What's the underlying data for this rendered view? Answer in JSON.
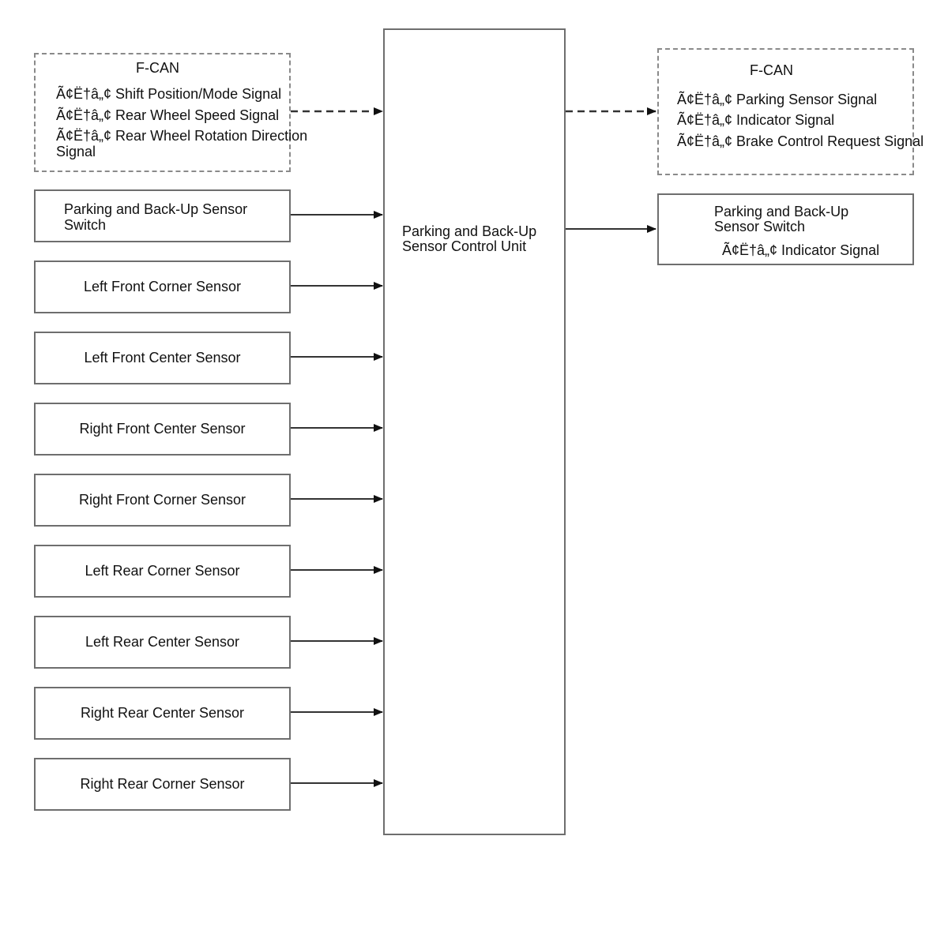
{
  "fcan_in": {
    "title": "F-CAN",
    "signals": [
      "Ã¢Ë†â„¢ Shift Position/Mode Signal",
      "Ã¢Ë†â„¢ Rear Wheel Speed Signal",
      "Ã¢Ë†â„¢ Rear Wheel Rotation Direction"
    ],
    "signal_cont": "Signal"
  },
  "switch_in": {
    "line1": "Parking and Back-Up Sensor",
    "line2": "Switch"
  },
  "sensors": [
    {
      "label": "Left Front Corner Sensor"
    },
    {
      "label": "Left Front Center Sensor"
    },
    {
      "label": "Right Front Center Sensor"
    },
    {
      "label": "Right Front Corner Sensor"
    },
    {
      "label": "Left Rear Corner Sensor"
    },
    {
      "label": "Left Rear Center Sensor"
    },
    {
      "label": "Right Rear Center Sensor"
    },
    {
      "label": "Right Rear Corner Sensor"
    }
  ],
  "control_unit": {
    "line1": "Parking and Back-Up",
    "line2": "Sensor Control Unit"
  },
  "fcan_out": {
    "title": "F-CAN",
    "signals": [
      "Ã¢Ë†â„¢ Parking Sensor Signal",
      "Ã¢Ë†â„¢ Indicator Signal",
      "Ã¢Ë†â„¢ Brake Control Request Signal"
    ]
  },
  "switch_out": {
    "line1": "Parking and Back-Up",
    "line2": "Sensor Switch",
    "signal": "Ã¢Ë†â„¢ Indicator Signal"
  }
}
